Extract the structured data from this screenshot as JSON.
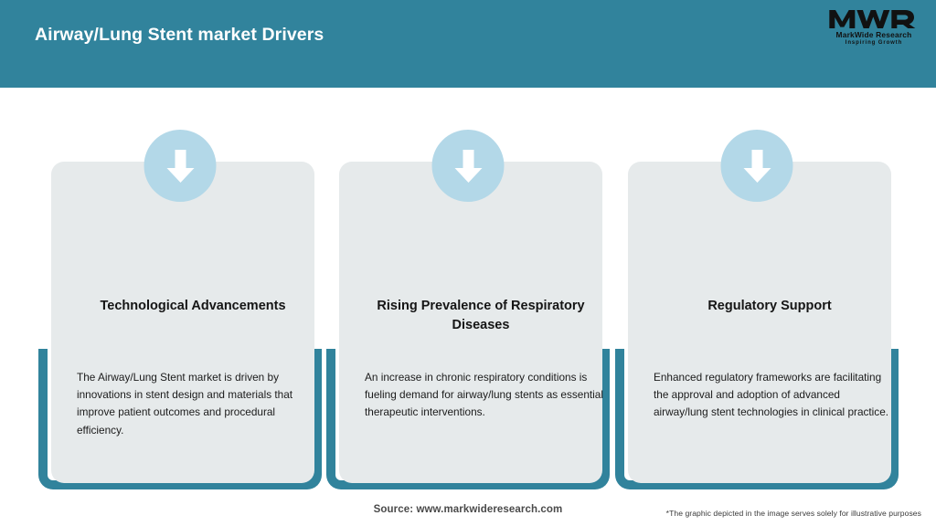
{
  "header": {
    "title": "Airway/Lung Stent market Drivers",
    "background_color": "#31839C",
    "title_color": "#FFFFFF"
  },
  "logo": {
    "mark": "MWR",
    "name": "MarkWide Research",
    "tagline": "Inspiring Growth"
  },
  "theme": {
    "accent_color": "#31839C",
    "card_background": "#E6EAEB",
    "icon_circle_color": "#B3D8E8",
    "icon_arrow_color": "#FFFFFF",
    "page_background": "#FFFFFF"
  },
  "cards": [
    {
      "icon": "arrow-down-icon",
      "title": "Technological Advancements",
      "text": "The Airway/Lung Stent market is driven by innovations in stent design and materials that improve patient outcomes and procedural efficiency."
    },
    {
      "icon": "arrow-down-icon",
      "title": "Rising Prevalence of Respiratory Diseases",
      "text": "An increase in chronic respiratory conditions is fueling demand for airway/lung stents as essential therapeutic interventions."
    },
    {
      "icon": "arrow-down-icon",
      "title": "Regulatory Support",
      "text": "Enhanced regulatory frameworks are facilitating the approval and adoption of advanced airway/lung stent technologies in clinical practice."
    }
  ],
  "footer": {
    "source": "Source: www.markwideresearch.com",
    "disclaimer": "*The graphic depicted in the image serves solely for illustrative purposes"
  }
}
